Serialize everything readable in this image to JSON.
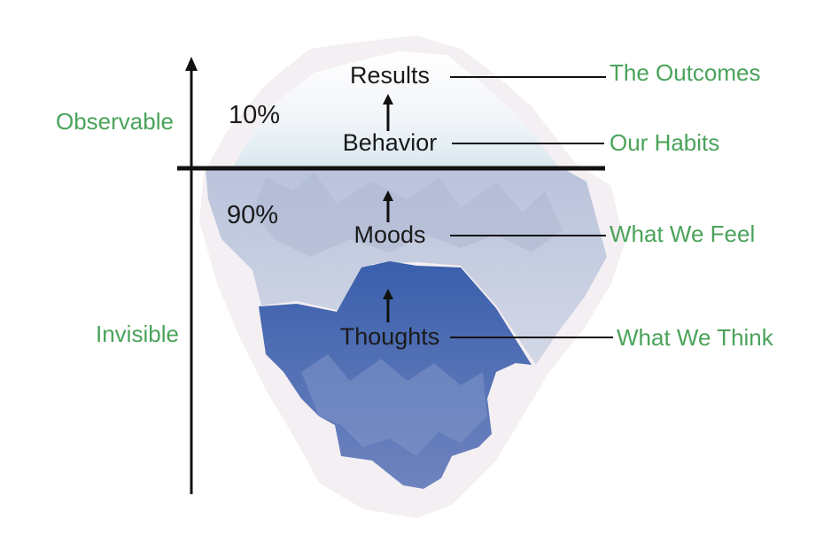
{
  "layers": [
    {
      "id": "results",
      "label": "Results",
      "outcome": "The Outcomes"
    },
    {
      "id": "behavior",
      "label": "Behavior",
      "outcome": "Our Habits"
    },
    {
      "id": "moods",
      "label": "Moods",
      "outcome": "What We Feel"
    },
    {
      "id": "thoughts",
      "label": "Thoughts",
      "outcome": "What We Think"
    }
  ],
  "zones": {
    "observable": "Observable",
    "invisible": "Invisible"
  },
  "percentages": {
    "above": "10%",
    "below": "90%"
  },
  "colors": {
    "label_green": "#4aa35a",
    "ice_light": "#c6cde0",
    "ice_deep": "#3f64ad",
    "line": "#111111"
  }
}
